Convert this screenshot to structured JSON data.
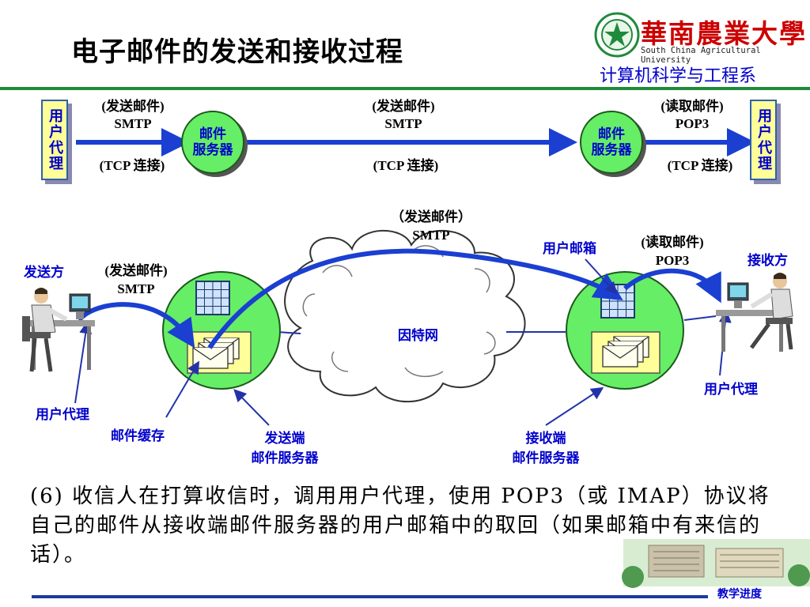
{
  "header": {
    "title": "电子邮件的发送和接收过程",
    "university_cn": "華南農業大學",
    "university_en": "South China Agricultural University",
    "department": "计算机科学与工程系"
  },
  "top_flow": {
    "user_agent_left": "用户代理",
    "user_agent_right": "用户代理",
    "server_left": "邮件服务器",
    "server_left_l1": "邮件",
    "server_left_l2": "服务器",
    "server_right_l1": "邮件",
    "server_right_l2": "服务器",
    "seg1_action": "(发送邮件)",
    "seg1_proto": "SMTP",
    "seg1_conn": "(TCP 连接)",
    "seg2_action": "(发送邮件)",
    "seg2_proto": "SMTP",
    "seg2_conn": "(TCP 连接)",
    "seg3_action": "(读取邮件)",
    "seg3_proto": "POP3",
    "seg3_conn": "(TCP 连接)"
  },
  "bottom_flow": {
    "sender": "发送方",
    "receiver": "接收方",
    "sender_action": "(发送邮件)",
    "sender_proto": "SMTP",
    "internet_action": "（发送邮件）",
    "internet_proto": "SMTP",
    "internet": "因特网",
    "mailbox": "用户邮箱",
    "read_action": "(读取邮件)",
    "read_proto": "POP3",
    "user_agent_left": "用户代理",
    "user_agent_right": "用户代理",
    "mail_cache": "邮件缓存",
    "send_server_l1": "发送端",
    "send_server_l2": "邮件服务器",
    "recv_server_l1": "接收端",
    "recv_server_l2": "邮件服务器"
  },
  "body_text": "(6) 收信人在打算收信时，调用用户代理，使用 POP3（或 IMAP）协议将自己的邮件从接收端邮件服务器的用户邮箱中的取回（如果邮箱中有来信的话）。",
  "nav": {
    "progress_label": "教学进度"
  },
  "colors": {
    "title_green_rule": "#1f8a3b",
    "accent_blue": "#0000cc",
    "server_green": "#66ee66",
    "agent_yellow": "#ffff99",
    "brand_red": "#cc0000"
  }
}
